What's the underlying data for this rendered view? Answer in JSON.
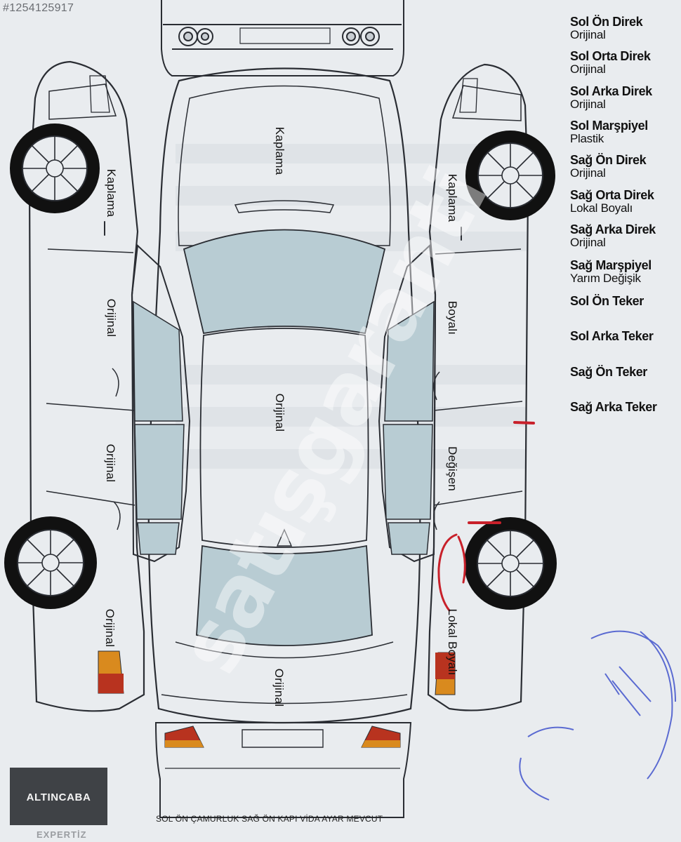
{
  "listing_id": "#1254125917",
  "legend": [
    {
      "label": "Sol Ön Direk",
      "value": "Orijinal"
    },
    {
      "label": "Sol Orta Direk",
      "value": "Orijinal"
    },
    {
      "label": "Sol Arka Direk",
      "value": "Orijinal"
    },
    {
      "label": "Sol Marşpiyel",
      "value": "Plastik"
    },
    {
      "label": "Sağ Ön Direk",
      "value": "Orijinal"
    },
    {
      "label": "Sağ Orta Direk",
      "value": "Lokal Boyalı"
    },
    {
      "label": "Sağ Arka Direk",
      "value": "Orijinal"
    },
    {
      "label": "Sağ Marşpiyel",
      "value": "Yarım Değişik"
    },
    {
      "label": "Sol Ön Teker",
      "value": ""
    },
    {
      "label": "Sol Arka Teker",
      "value": ""
    },
    {
      "label": "Sağ Ön Teker",
      "value": ""
    },
    {
      "label": "Sağ Arka Teker",
      "value": ""
    }
  ],
  "part_labels": {
    "hood": "Kaplama",
    "roof": "Orijinal",
    "trunk": "Orijinal",
    "left_front_fender": "Kaplama",
    "left_front_door": "Orijinal",
    "left_rear_door": "Orijinal",
    "left_rear_fender": "Orijinal",
    "right_front_fender": "Kaplama",
    "right_front_door": "Boyalı",
    "right_rear_door": "Değişen",
    "right_rear_fender": "Lokal Boyalı"
  },
  "footnote": "SOL ÖN ÇAMURLUK SAĞ ÖN KAPI  VİDA AYAR MEVCUT",
  "logo": "ALTINCABA",
  "corner_text": "EXPERTİZ",
  "watermark": "satışgaranti",
  "colors": {
    "paper": "#e9ecef",
    "glass": "#b8ccd3",
    "line": "#2a2d33",
    "lamp_orange": "#d98a1e",
    "lamp_red": "#b8331f",
    "mark_red": "#c8202a",
    "stamp_blue": "#2b3fc8",
    "logo_bg": "#3f4246"
  }
}
